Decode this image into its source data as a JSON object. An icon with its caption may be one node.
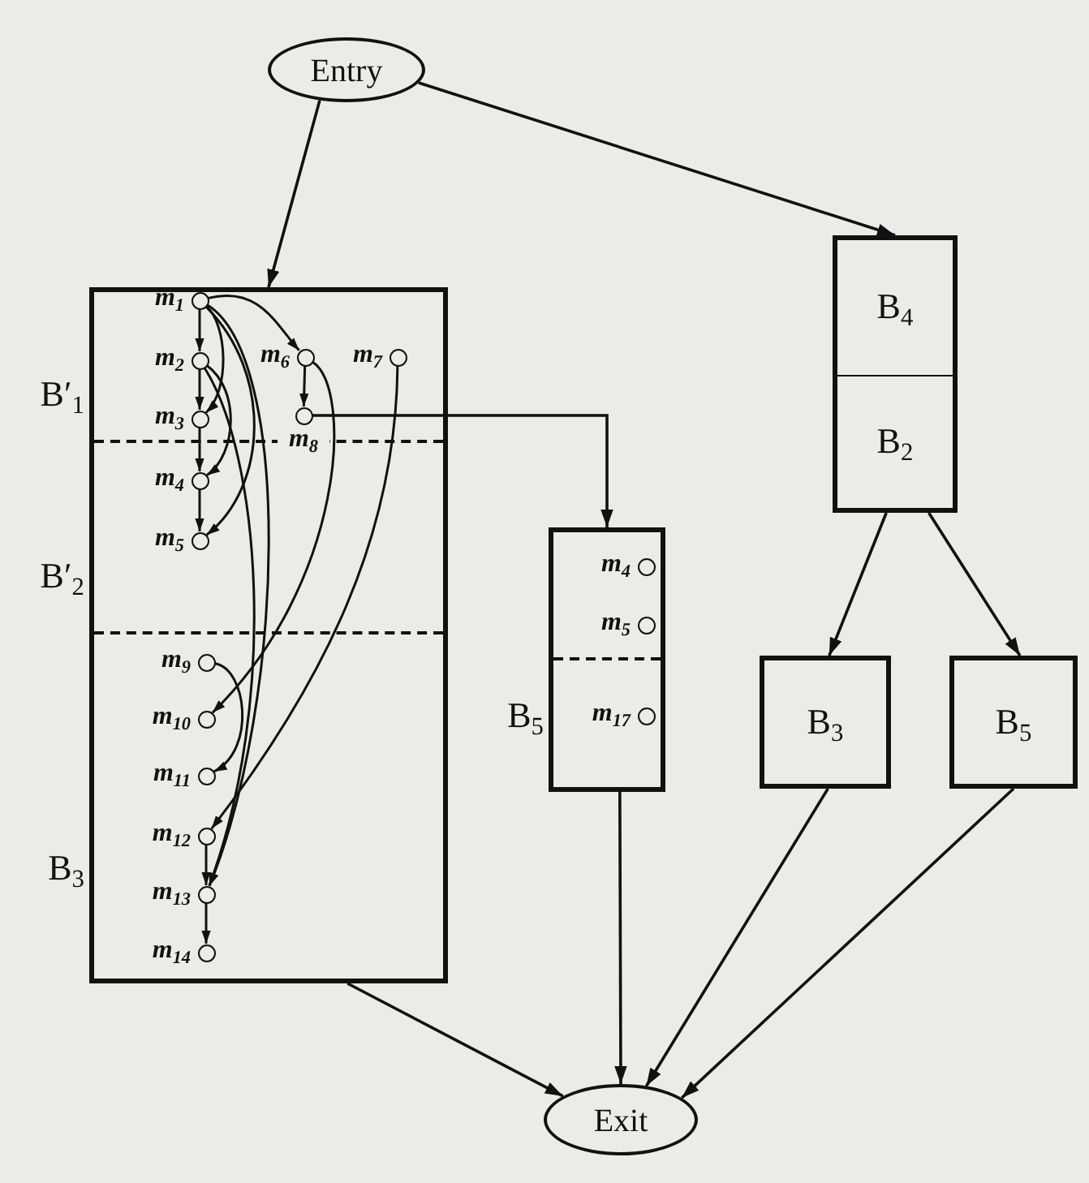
{
  "diagram": {
    "nodes": [
      {
        "text": [
          "Entry"
        ]
      },
      {
        "text": [
          "B′$_{1}$",
          "B′$_{2}$",
          "B$_{3}$"
        ]
      },
      {
        "text": [
          "m$_{1}$"
        ],
        "in": 1
      },
      {
        "text": [
          "m$_{2}$"
        ],
        "in": 1
      },
      {
        "text": [
          "m$_{3}$"
        ],
        "in": 1
      },
      {
        "text": [
          "m$_{4}$"
        ],
        "in": 1
      },
      {
        "text": [
          "m$_{5}$"
        ],
        "in": 1
      },
      {
        "text": [
          "m$_{6}$"
        ],
        "in": 1
      },
      {
        "text": [
          "m$_{7}$"
        ],
        "in": 1
      },
      {
        "text": [
          "m$_{8}$"
        ],
        "in": 1
      },
      {
        "text": [
          "m$_{9}$"
        ],
        "in": 1
      },
      {
        "text": [
          "m$_{10}$"
        ],
        "in": 1
      },
      {
        "text": [
          "m$_{11}$"
        ],
        "in": 1
      },
      {
        "text": [
          "m$_{12}$"
        ],
        "in": 1
      },
      {
        "text": [
          "m$_{13}$"
        ],
        "in": 1
      },
      {
        "text": [
          "m$_{14}$"
        ],
        "in": 1
      },
      {
        "text": [
          "B$_{5}$"
        ]
      },
      {
        "text": [
          "m$_{4}$"
        ],
        "in": 16
      },
      {
        "text": [
          "m$_{5}$"
        ],
        "in": 16
      },
      {
        "text": [
          "m$_{17}$"
        ],
        "in": 16
      },
      {
        "text": [
          "B$_{4}$",
          "B$_{2}$"
        ]
      },
      {
        "text": [
          "B$_{3}$"
        ]
      },
      {
        "text": [
          "B$_{5}$"
        ]
      },
      {
        "text": [
          "Exit"
        ]
      }
    ],
    "edges": [
      {
        "from": 0,
        "to": 1,
        "arrow": "to"
      },
      {
        "from": 0,
        "to": 20,
        "arrow": "to"
      },
      {
        "from": 2,
        "to": 3,
        "arrow": "to"
      },
      {
        "from": 2,
        "to": 7,
        "arrow": "to"
      },
      {
        "from": 7,
        "to": 9,
        "arrow": "to"
      },
      {
        "from": 3,
        "to": 4,
        "arrow": "to"
      },
      {
        "from": 2,
        "to": 4,
        "arrow": "to"
      },
      {
        "from": 4,
        "to": 5,
        "arrow": "to"
      },
      {
        "from": 3,
        "to": 5,
        "arrow": "to"
      },
      {
        "from": 5,
        "to": 6,
        "arrow": "to"
      },
      {
        "from": 2,
        "to": 6,
        "arrow": "to"
      },
      {
        "from": 2,
        "to": 14,
        "arrow": "to"
      },
      {
        "from": 3,
        "to": 14,
        "arrow": "to"
      },
      {
        "from": 7,
        "to": 11,
        "arrow": "to"
      },
      {
        "from": 8,
        "to": 13,
        "arrow": "to"
      },
      {
        "from": 10,
        "to": 12,
        "arrow": "to"
      },
      {
        "from": 13,
        "to": 14,
        "arrow": "to"
      },
      {
        "from": 14,
        "to": 15,
        "arrow": "to"
      },
      {
        "from": 9,
        "to": 16,
        "arrow": "to"
      },
      {
        "from": 20,
        "to": 21,
        "arrow": "to"
      },
      {
        "from": 20,
        "to": 22,
        "arrow": "to"
      },
      {
        "from": 1,
        "to": 23,
        "arrow": "to"
      },
      {
        "from": 16,
        "to": 23,
        "arrow": "to"
      },
      {
        "from": 21,
        "to": 23,
        "arrow": "to"
      },
      {
        "from": 22,
        "to": 23,
        "arrow": "to"
      }
    ]
  }
}
